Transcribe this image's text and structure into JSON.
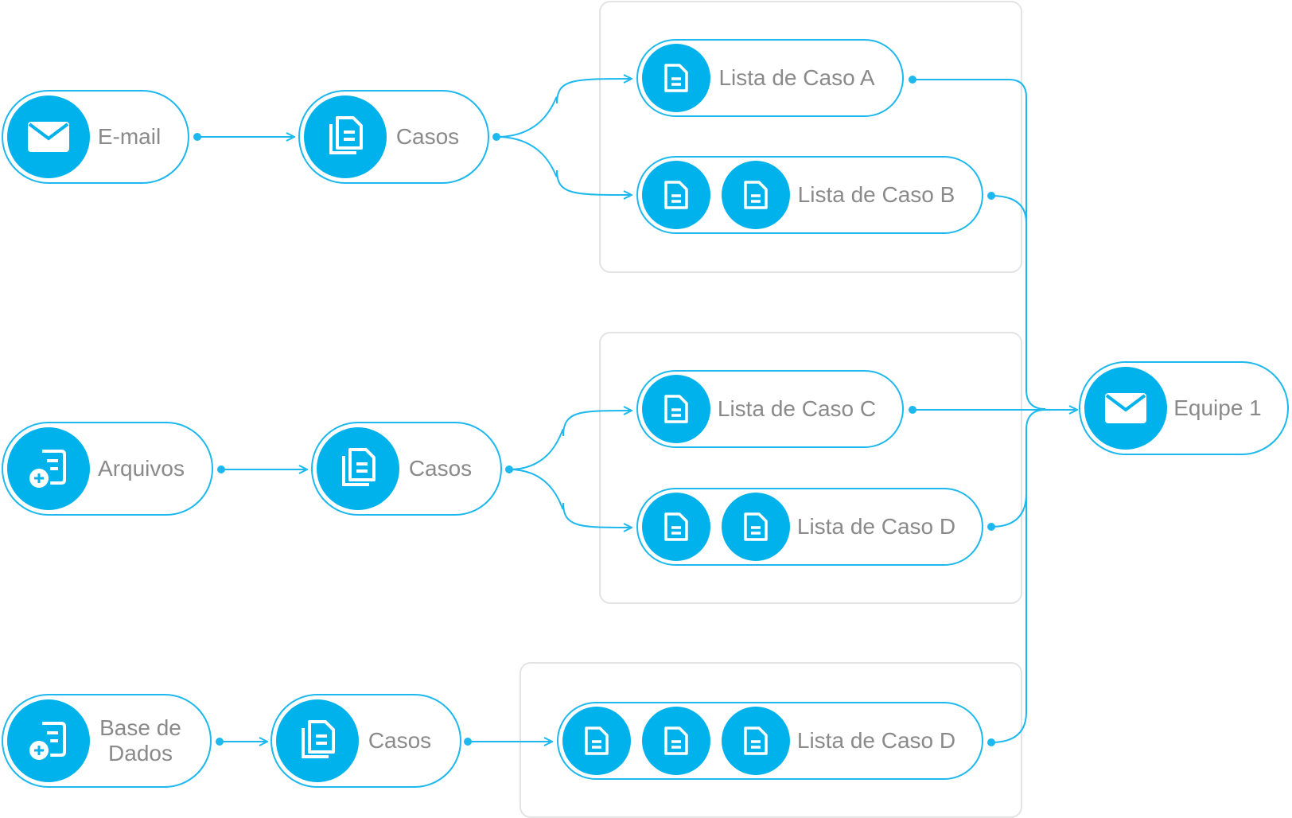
{
  "colors": {
    "accent": "#00b2ec",
    "wire": "#1cb8ee",
    "label": "#8a8a8a",
    "group_border": "#e3e3e3"
  },
  "sources": [
    {
      "label": "E-mail",
      "icon": "envelope-icon"
    },
    {
      "label": "Arquivos",
      "icon": "file-add-icon"
    },
    {
      "label": "Base de Dados",
      "icon": "file-add-icon"
    }
  ],
  "cases": [
    {
      "label": "Casos",
      "icon": "documents-icon"
    },
    {
      "label": "Casos",
      "icon": "documents-icon"
    },
    {
      "label": "Casos",
      "icon": "documents-icon"
    }
  ],
  "lists": [
    {
      "label": "Lista de Caso A",
      "icon_count": 1,
      "icon": "document-icon"
    },
    {
      "label": "Lista de Caso B",
      "icon_count": 2,
      "icon": "document-icon"
    },
    {
      "label": "Lista de Caso C",
      "icon_count": 1,
      "icon": "document-icon"
    },
    {
      "label": "Lista de Caso D",
      "icon_count": 2,
      "icon": "document-icon"
    },
    {
      "label": "Lista de Caso D",
      "icon_count": 3,
      "icon": "document-icon"
    }
  ],
  "destination": {
    "label": "Equipe 1",
    "icon": "envelope-icon"
  }
}
